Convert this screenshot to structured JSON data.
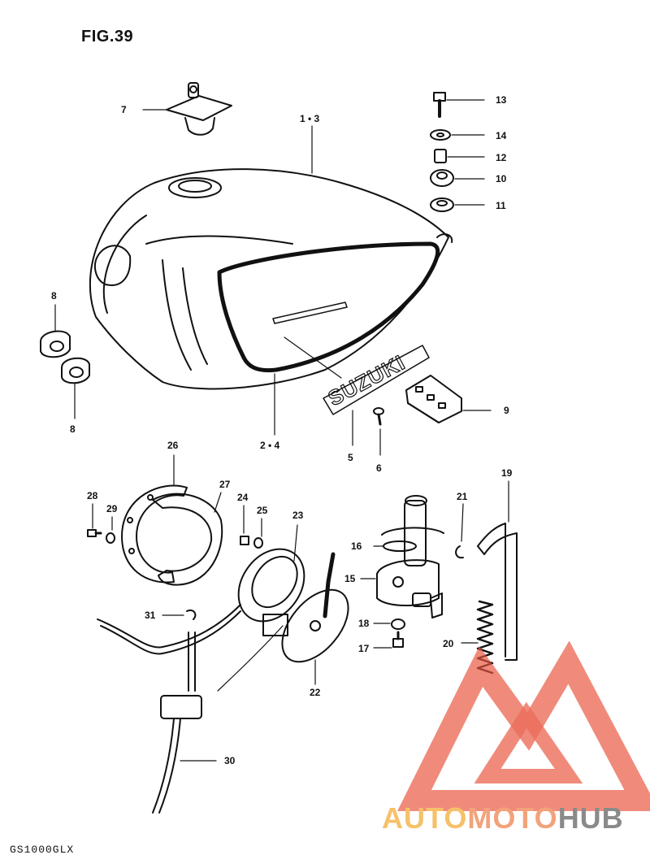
{
  "figure_title": "FIG.39",
  "model_code": "GS1000GLX",
  "tank_emblem": "SUZUKI",
  "watermark": {
    "part1": "AUTO",
    "part2": "MOTO",
    "part3": "HUB",
    "color_red": "#e8553f",
    "color_orange": "#f6c16a",
    "color_gray": "#8a8a8a"
  },
  "callouts": {
    "p1_3": "1 • 3",
    "p2_4": "2 • 4",
    "p5": "5",
    "p6": "6",
    "p7": "7",
    "p8a": "8",
    "p8b": "8",
    "p9": "9",
    "p10": "10",
    "p11": "11",
    "p12": "12",
    "p13": "13",
    "p14": "14",
    "p15": "15",
    "p16": "16",
    "p17": "17",
    "p18": "18",
    "p19": "19",
    "p20": "20",
    "p21": "21",
    "p22": "22",
    "p23": "23",
    "p24": "24",
    "p25": "25",
    "p26": "26",
    "p27": "27",
    "p28": "28",
    "p29": "29",
    "p30": "30",
    "p31": "31"
  }
}
